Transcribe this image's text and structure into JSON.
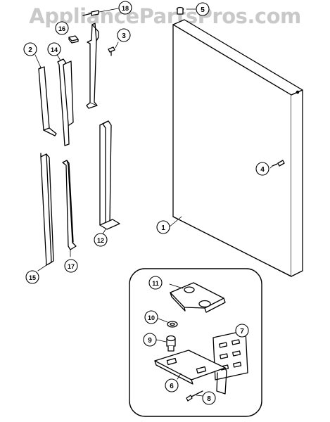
{
  "watermark": "AppliancePartsPros.com",
  "callouts": {
    "c1": "1",
    "c2": "2",
    "c3": "3",
    "c4": "4",
    "c5": "5",
    "c6": "6",
    "c7": "7",
    "c8": "8",
    "c9": "9",
    "c10": "10",
    "c11": "11",
    "c12": "12",
    "c14": "14",
    "c15": "15",
    "c16": "16",
    "c17": "17",
    "c18": "18"
  }
}
